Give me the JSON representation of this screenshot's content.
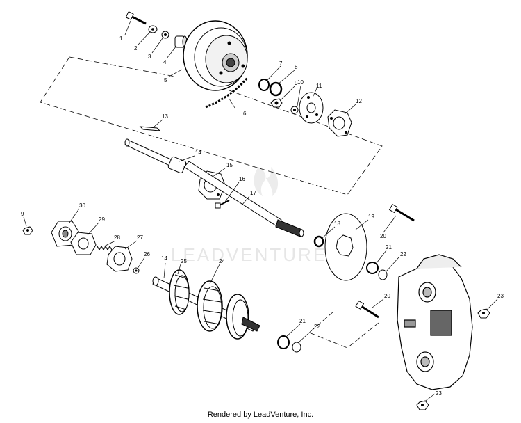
{
  "watermark": "LEADVENTURE",
  "footer": "Rendered by LeadVenture, Inc.",
  "callouts": {
    "c1": "1",
    "c2": "2",
    "c3": "3",
    "c4": "4",
    "c5": "5",
    "c6": "6",
    "c7": "7",
    "c8": "8",
    "c9a": "9",
    "c10": "10",
    "c11": "11",
    "c12": "12",
    "c13": "13",
    "c14a": "14",
    "c15": "15",
    "c16": "16",
    "c17": "17",
    "c18": "18",
    "c19": "19",
    "c20a": "20",
    "c21a": "21",
    "c22a": "22",
    "c9b": "9",
    "c30": "30",
    "c29": "29",
    "c28": "28",
    "c27": "27",
    "c26": "26",
    "c14b": "14",
    "c25": "25",
    "c24": "24",
    "c21b": "21",
    "c22b": "22",
    "c20b": "20",
    "c23a": "23",
    "c23b": "23"
  }
}
